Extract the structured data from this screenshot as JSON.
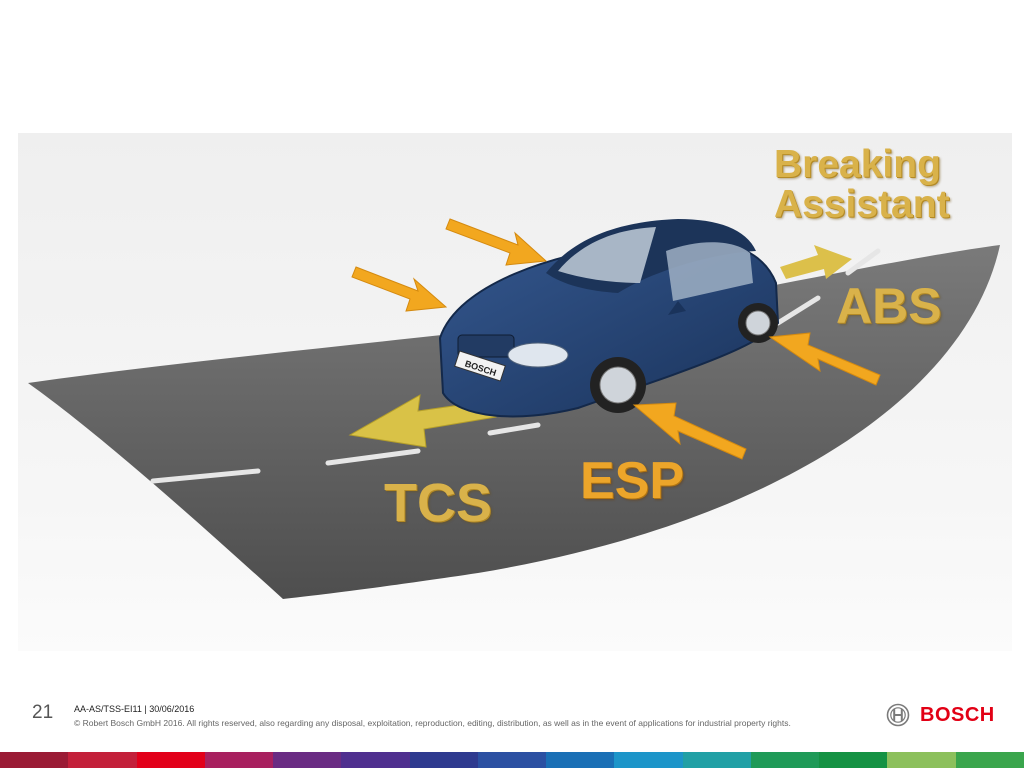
{
  "slide": {
    "figure": {
      "labels": {
        "breaking_line1": "Breaking",
        "breaking_line2": "Assistant",
        "abs": "ABS",
        "esp": "ESP",
        "tcs": "TCS"
      },
      "plate_text": "BOSCH",
      "colors": {
        "road": "#5f5f5f",
        "car": "#1f3d6b",
        "arrow": "#f2a71f",
        "arrow_label": "#d9b24a"
      }
    },
    "footer": {
      "page_number": "21",
      "doc_id": "AA-AS/TSS-EI11 | 30/06/2016",
      "copyright": "© Robert Bosch GmbH 2016. All rights reserved, also regarding any disposal, exploitation, reproduction, editing, distribution, as well as in the event of applications for industrial property rights.",
      "logo_text": "BOSCH",
      "logo_icon": "bosch-armature-icon",
      "brand_color": "#e20015"
    },
    "stripe_colors": [
      "#9a1b35",
      "#c3203a",
      "#e2001a",
      "#a8205f",
      "#6a2b83",
      "#4f2f8f",
      "#2e3a8f",
      "#2b50a2",
      "#1a6fb5",
      "#1c95c9",
      "#21a0a5",
      "#1f9a58",
      "#159244",
      "#8cc05c",
      "#3aa54c"
    ]
  }
}
